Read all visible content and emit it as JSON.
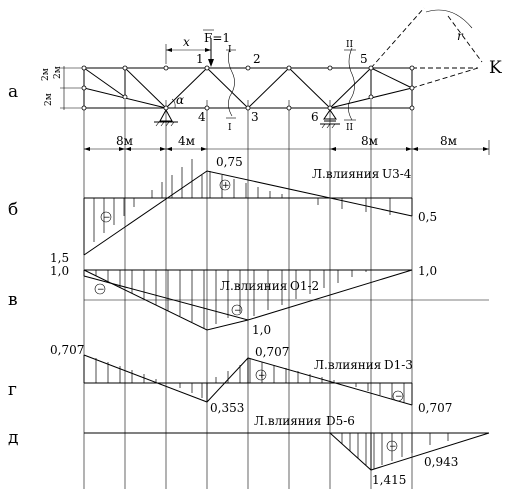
{
  "rows": {
    "a": "а",
    "b": "б",
    "v": "в",
    "g": "г",
    "d": "д"
  },
  "truss": {
    "nodes": [
      "1",
      "2",
      "3",
      "4",
      "5",
      "6"
    ],
    "force": "F=1",
    "x": "x",
    "alpha": "α",
    "pole": "K",
    "r": "r",
    "sec1": "I",
    "sec2": "II",
    "h2m_a": "2м",
    "h2m_b": "2м",
    "h2m_c": "2м"
  },
  "dims": {
    "d1": "8м",
    "d2": "4м",
    "d3": "8м",
    "d4": "8м"
  },
  "lines": {
    "u34": {
      "title": "Л.влияния",
      "sub": "U3-4",
      "v1": "0,75",
      "v2": "0,5",
      "v3": "1,5"
    },
    "o12": {
      "title": "Л.влияния",
      "sub": "O1-2",
      "v1": "1,0",
      "v2": "1,0",
      "v3": "1,0"
    },
    "d13": {
      "title": "Л.влияния",
      "sub": "D1-3",
      "v1": "0,707",
      "v2": "0,707",
      "v3": "0,353",
      "v4": "0,707"
    },
    "d56": {
      "title": "Л.влияния",
      "sub": "D5-6",
      "v1": "1,415",
      "v2": "0,943"
    }
  },
  "signs": {
    "plus": "+",
    "minus": "−"
  }
}
